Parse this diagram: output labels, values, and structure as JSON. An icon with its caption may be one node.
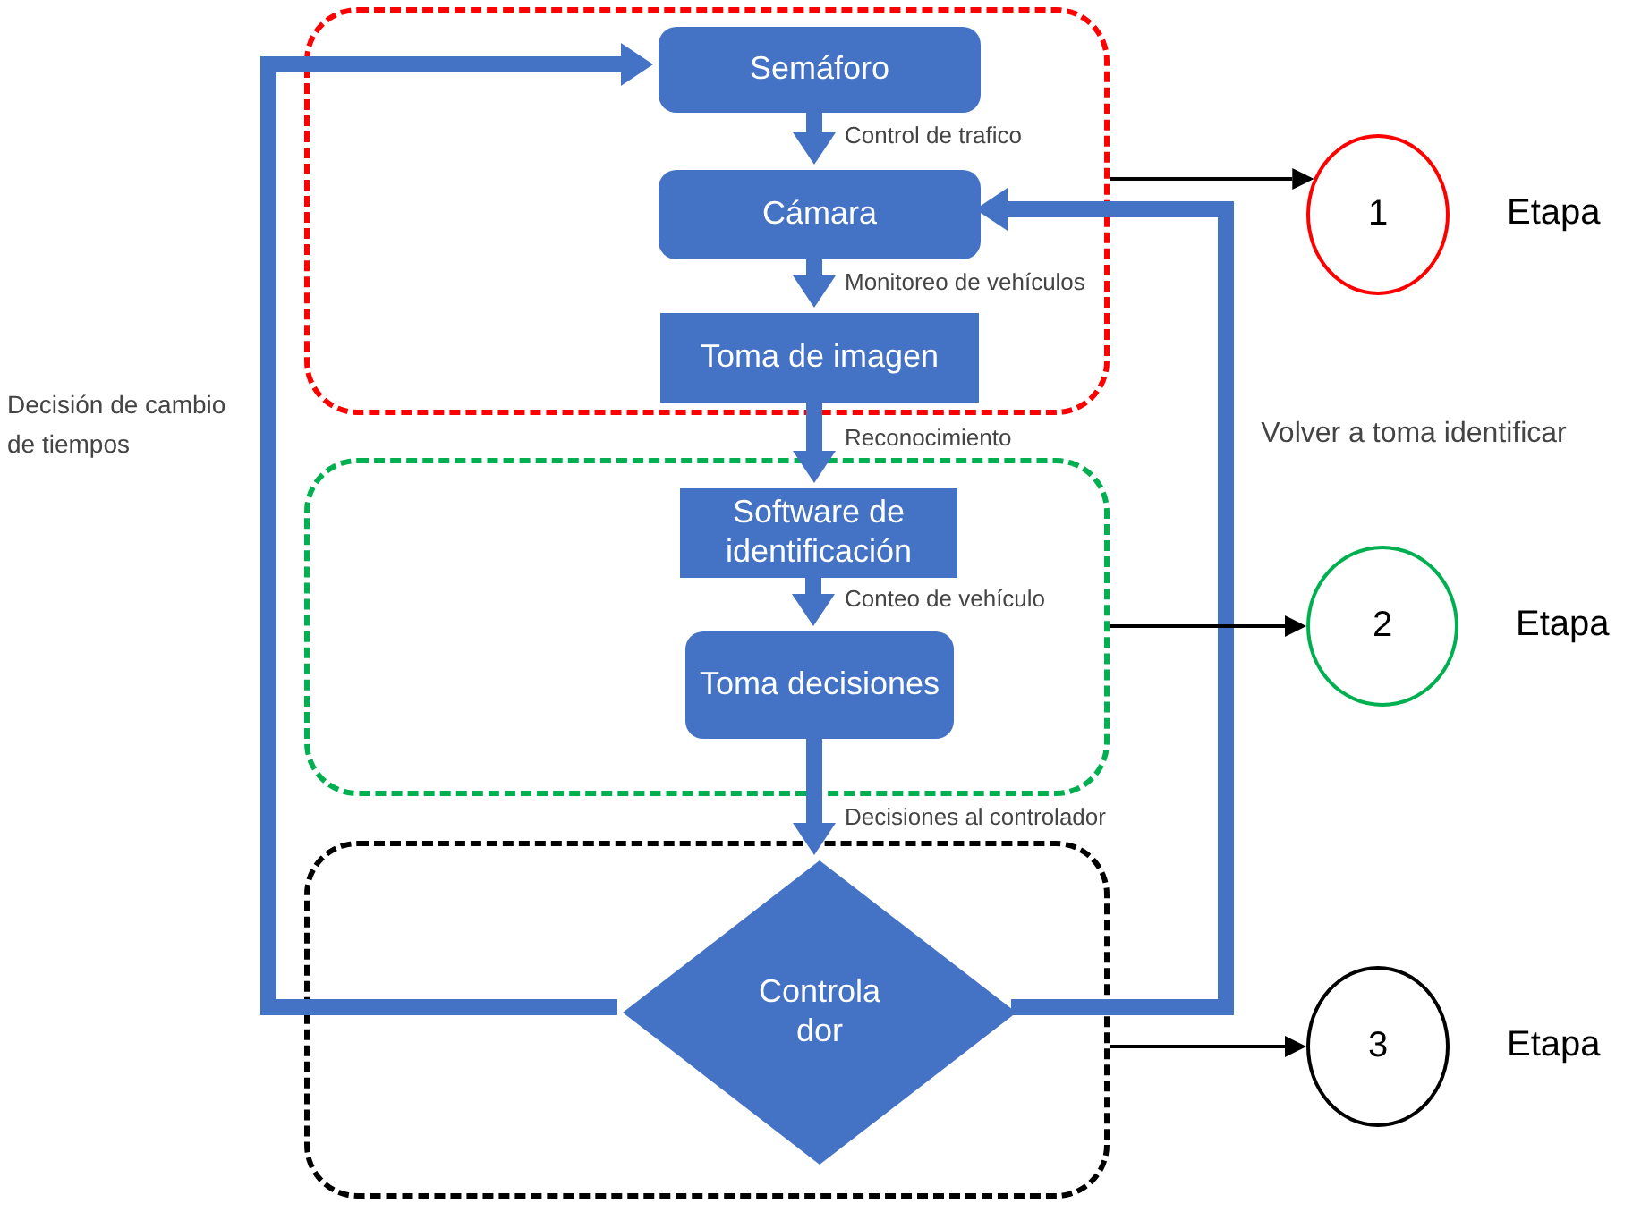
{
  "diagram": {
    "nodes": [
      {
        "text": [],
        "shape": "box"
      },
      {
        "text": [
          "Semáforo"
        ],
        "in": 0
      },
      {
        "text": [
          "Cámara"
        ],
        "in": 0
      },
      {
        "text": [
          "Toma de imagen"
        ],
        "in": 0
      },
      {
        "text": [],
        "shape": "box"
      },
      {
        "text": [
          "Software de identificación"
        ],
        "in": 4
      },
      {
        "text": [
          "Toma decisiones"
        ],
        "in": 4
      },
      {
        "text": [],
        "shape": "box"
      },
      {
        "text": [
          "Controla dor"
        ],
        "in": 7
      },
      {
        "text": [
          "1"
        ],
        "beside": [
          "Etapa"
        ]
      },
      {
        "text": [
          "2"
        ],
        "beside": [
          "Etapa"
        ]
      },
      {
        "text": [
          "3"
        ],
        "beside": [
          "Etapa"
        ]
      }
    ],
    "edges": [
      {
        "from": 1,
        "to": 2,
        "arrow": "to",
        "label": "Control de trafico"
      },
      {
        "from": 2,
        "to": 3,
        "arrow": "to",
        "label": "Monitoreo de vehículos"
      },
      {
        "from": 3,
        "to": 5,
        "arrow": "to",
        "label": "Reconocimiento"
      },
      {
        "from": 5,
        "to": 6,
        "arrow": "to",
        "label": "Conteo de vehículo"
      },
      {
        "from": 6,
        "to": 8,
        "arrow": "to",
        "label": "Decisiones al controlador"
      },
      {
        "from": 8,
        "to": 1,
        "arrow": "to",
        "label": "Decisión de cambio de tiempos"
      },
      {
        "from": 8,
        "to": 2,
        "arrow": "to",
        "label": "Volver a toma identificar"
      },
      {
        "from": 0,
        "to": 9,
        "arrow": "to",
        "color": "#000000"
      },
      {
        "from": 4,
        "to": 10,
        "arrow": "to",
        "color": "#000000"
      },
      {
        "from": 7,
        "to": 11,
        "arrow": "to",
        "color": "#000000"
      }
    ]
  }
}
